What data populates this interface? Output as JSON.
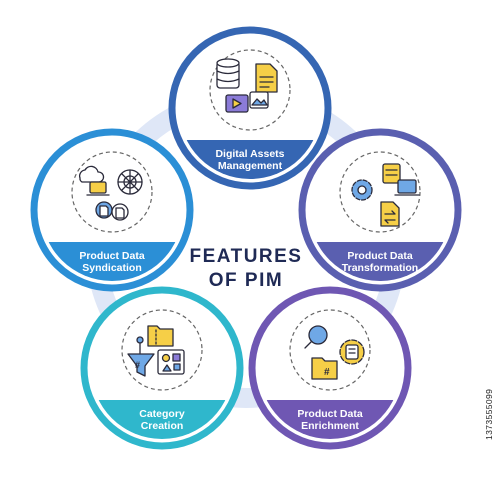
{
  "title": {
    "line1": "FEATURES",
    "line2": "OF PIM"
  },
  "features": [
    {
      "id": "digital-assets",
      "line1": "Digital Assets",
      "line2": "Management",
      "color": "#3566b3"
    },
    {
      "id": "transformation",
      "line1": "Product Data",
      "line2": "Transformation",
      "color": "#5a5fb0"
    },
    {
      "id": "enrichment",
      "line1": "Product Data",
      "line2": "Enrichment",
      "color": "#6f57b3"
    },
    {
      "id": "category",
      "line1": "Category",
      "line2": "Creation",
      "color": "#2fb7cc"
    },
    {
      "id": "syndication",
      "line1": "Product Data",
      "line2": "Syndication",
      "color": "#2b8fd6"
    }
  ],
  "colors": {
    "connector": "#dfe7f7",
    "title": "#1f2a55",
    "icon_yellow": "#f6cf47",
    "icon_blue": "#6fa8e6",
    "icon_purple": "#8b7bd8"
  },
  "stock_id": "1373555099"
}
